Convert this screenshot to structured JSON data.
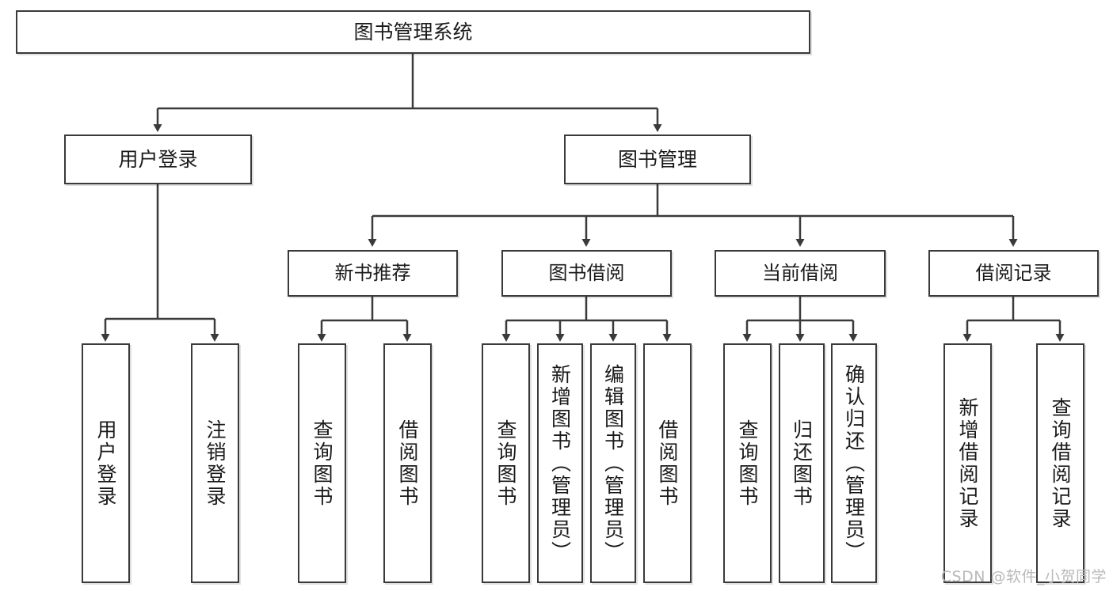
{
  "diagram": {
    "title": "图书管理系统",
    "watermark": "CSDN @软件_小贺同学",
    "colors": {
      "stroke": "#3a3a3a",
      "fill": "#ffffff",
      "text": "#1a1a1a",
      "watermark": "#b9b9b9"
    },
    "levels": {
      "root": {
        "label": "图书管理系统"
      },
      "level2": [
        {
          "id": "user-login",
          "label": "用户登录"
        },
        {
          "id": "book-manage",
          "label": "图书管理"
        }
      ],
      "level3": [
        {
          "id": "new-book-recommend",
          "label": "新书推荐",
          "parent": "book-manage"
        },
        {
          "id": "book-borrow",
          "label": "图书借阅",
          "parent": "book-manage"
        },
        {
          "id": "current-borrow",
          "label": "当前借阅",
          "parent": "book-manage"
        },
        {
          "id": "borrow-record",
          "label": "借阅记录",
          "parent": "book-manage"
        }
      ],
      "leaves": [
        {
          "id": "leaf-user-login",
          "label": "用户登录",
          "parent": "user-login"
        },
        {
          "id": "leaf-logout-login",
          "label": "注销登录",
          "parent": "user-login"
        },
        {
          "id": "leaf-query-book-1",
          "label": "查询图书",
          "parent": "new-book-recommend"
        },
        {
          "id": "leaf-borrow-book-1",
          "label": "借阅图书",
          "parent": "new-book-recommend"
        },
        {
          "id": "leaf-query-book-2",
          "label": "查询图书",
          "parent": "book-borrow"
        },
        {
          "id": "leaf-add-book",
          "label": "新增图书（管理员）",
          "parent": "book-borrow"
        },
        {
          "id": "leaf-edit-book",
          "label": "编辑图书（管理员）",
          "parent": "book-borrow"
        },
        {
          "id": "leaf-borrow-book-2",
          "label": "借阅图书",
          "parent": "book-borrow"
        },
        {
          "id": "leaf-query-book-3",
          "label": "查询图书",
          "parent": "current-borrow"
        },
        {
          "id": "leaf-return-book",
          "label": "归还图书",
          "parent": "current-borrow"
        },
        {
          "id": "leaf-confirm-return",
          "label": "确认归还（管理员）",
          "parent": "current-borrow"
        },
        {
          "id": "leaf-add-record",
          "label": "新增借阅记录",
          "parent": "borrow-record"
        },
        {
          "id": "leaf-query-record",
          "label": "查询借阅记录",
          "parent": "borrow-record"
        }
      ]
    }
  }
}
